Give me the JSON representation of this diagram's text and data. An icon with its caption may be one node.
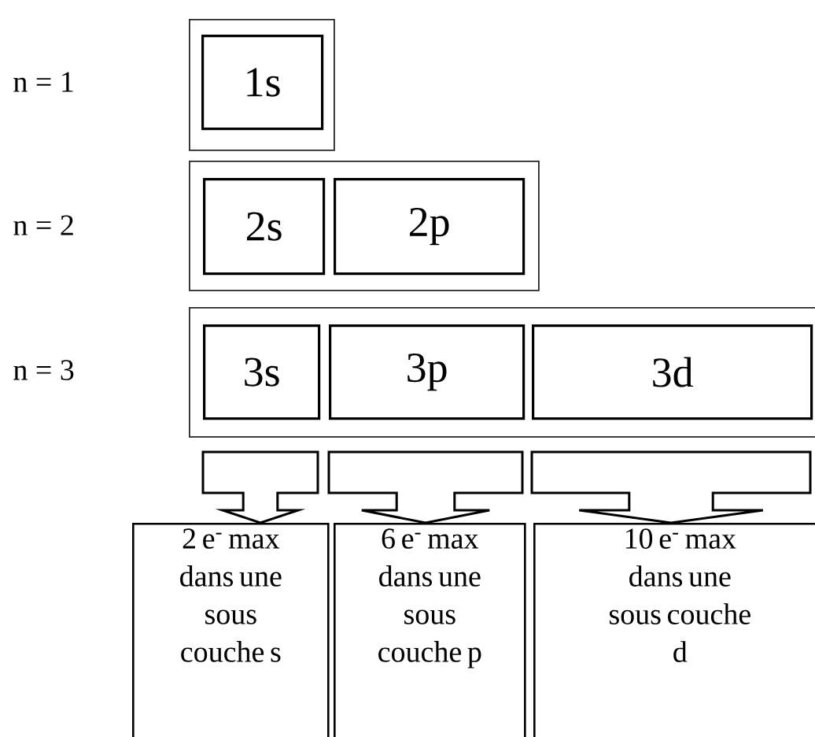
{
  "diagram": {
    "nodes": [
      {
        "text": [],
        "shape": "box"
      },
      {
        "text": [
          "1s"
        ],
        "in": 0
      },
      {
        "text": [],
        "shape": "box"
      },
      {
        "text": [
          "2s"
        ],
        "in": 2
      },
      {
        "text": [
          "2p"
        ],
        "in": 2
      },
      {
        "text": [],
        "shape": "box"
      },
      {
        "text": [
          "3s"
        ],
        "in": 5
      },
      {
        "text": [
          "3p"
        ],
        "in": 5
      },
      {
        "text": [
          "3d"
        ],
        "in": 5
      },
      {
        "text": [
          "2 e$^{-}$ max dans une sous couche s"
        ]
      },
      {
        "text": [
          "6 e$^{-}$ max dans une sous couche p"
        ]
      },
      {
        "text": [
          "10 e$^{-}$ max dans une sous couche d"
        ]
      }
    ],
    "edges": [
      {
        "from": 6,
        "to": 9,
        "arrow": "to"
      },
      {
        "from": 7,
        "to": 10,
        "arrow": "to"
      },
      {
        "from": 8,
        "to": 11,
        "arrow": "to"
      }
    ],
    "labels": [
      "n = 1",
      "n = 2",
      "n = 3"
    ]
  }
}
